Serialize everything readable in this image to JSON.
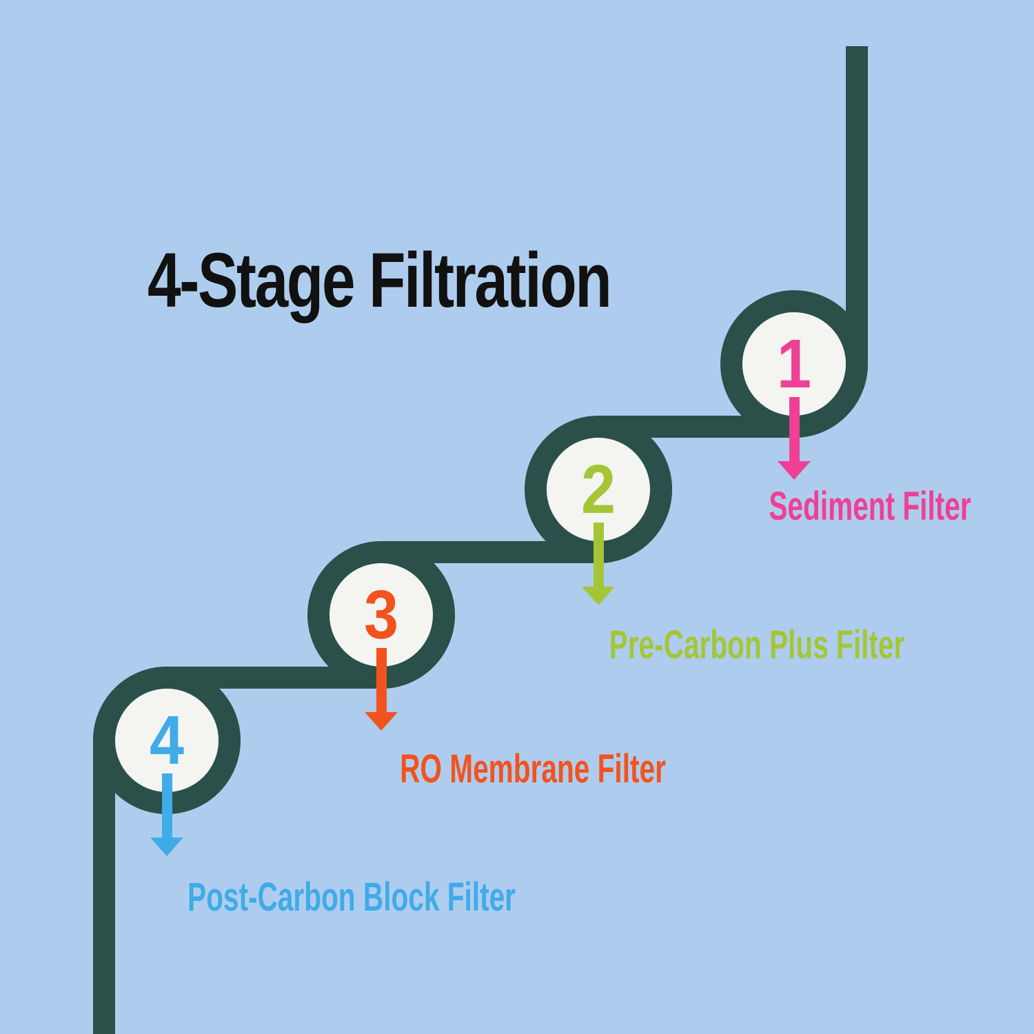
{
  "title": {
    "text": "4-Stage Filtration",
    "color": "#111111"
  },
  "colors": {
    "background": "#aecdee",
    "path": "#2b5049",
    "circle_fill": "#f4f4f1"
  },
  "stages": [
    {
      "number": "1",
      "label": "Sediment Filter",
      "color": "#ee4095"
    },
    {
      "number": "2",
      "label": "Pre-Carbon Plus Filter",
      "color": "#a4c636"
    },
    {
      "number": "3",
      "label": "RO Membrane Filter",
      "color": "#f2531e"
    },
    {
      "number": "4",
      "label": "Post-Carbon Block Filter",
      "color": "#3fabe9"
    }
  ]
}
